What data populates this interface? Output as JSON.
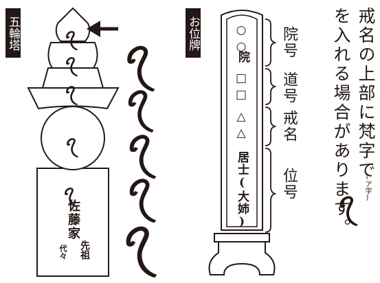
{
  "gorinto": {
    "tag": "五輪塔",
    "sanskrit_a": "ꪖ",
    "sanskrit_ba": "ꪖ",
    "sanskrit_ra": "ꪖ",
    "sanskrit_ka": "ꪖ",
    "sanskrit_kha": "ꪖ",
    "family_name": "佐藤家",
    "ancestors": "先祖",
    "generations": "代々"
  },
  "ihai": {
    "tag": "お位牌",
    "in_placeholder": "○○",
    "in_char": "院",
    "dogo_placeholder": "□□",
    "kaimyo_placeholder": "△△",
    "igo": "居士(大姉)",
    "labels": {
      "ingo": "院号",
      "dogo": "道号",
      "kaimyo": "戒名",
      "igo": "位号"
    }
  },
  "note": {
    "line1": "戒名の上部に梵字で",
    "line2": "を入れる場合があります。",
    "ruby": "(ア字)"
  }
}
